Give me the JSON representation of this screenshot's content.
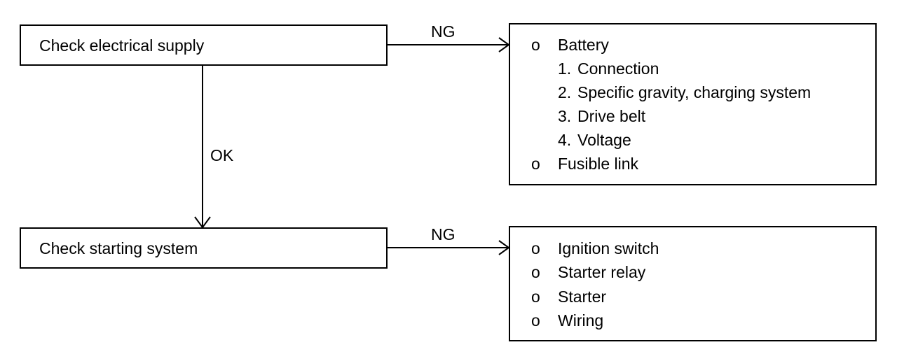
{
  "steps": [
    {
      "label": "Check electrical supply",
      "fail_label": "NG",
      "pass_label": "OK",
      "remedy": {
        "items": [
          {
            "bullet": "o",
            "text": "Battery",
            "subitems": [
              {
                "num": "1.",
                "text": "Connection"
              },
              {
                "num": "2.",
                "text": "Specific gravity, charging system"
              },
              {
                "num": "3.",
                "text": "Drive belt"
              },
              {
                "num": "4.",
                "text": "Voltage"
              }
            ]
          },
          {
            "bullet": "o",
            "text": "Fusible link"
          }
        ]
      }
    },
    {
      "label": "Check starting system",
      "fail_label": "NG",
      "remedy": {
        "items": [
          {
            "bullet": "o",
            "text": "Ignition switch"
          },
          {
            "bullet": "o",
            "text": "Starter relay"
          },
          {
            "bullet": "o",
            "text": "Starter"
          },
          {
            "bullet": "o",
            "text": "Wiring"
          }
        ]
      }
    }
  ]
}
